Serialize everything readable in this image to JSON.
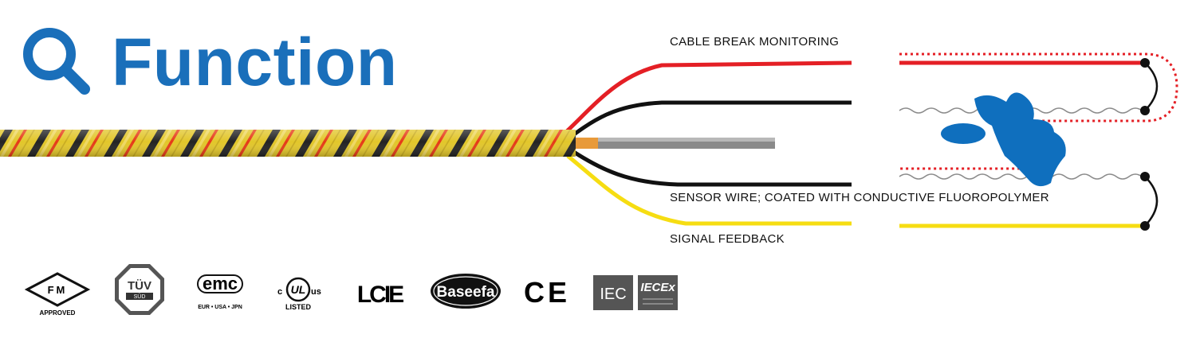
{
  "title": {
    "text": "Function",
    "icon": "magnifier-icon"
  },
  "colors": {
    "brand_blue": "#1a6fba",
    "cable_yellow": "#e0c81c",
    "wire_red": "#e41f25",
    "wire_black": "#111111",
    "wire_yellow": "#f6dd12",
    "liquid_blue": "#0f6fbe"
  },
  "labels": {
    "cable_break": "CABLE BREAK MONITORING",
    "sensor_wire": "SENSOR WIRE; COATED WITH CONDUCTIVE FLUOROPOLYMER",
    "signal_feedback": "SIGNAL FEEDBACK"
  },
  "certifications": {
    "fm": {
      "mark": "FM",
      "caption": "APPROVED"
    },
    "tuv": {
      "mark": "TÜV",
      "sub": "SÜD"
    },
    "emc": {
      "mark": "emc",
      "caption": "EUR • USA • JPN"
    },
    "ul": {
      "c": "c",
      "mark": "UL",
      "us": "us",
      "caption": "LISTED"
    },
    "lcie": {
      "mark": "LCIE"
    },
    "baseefa": {
      "mark": "Baseefa"
    },
    "ce": {
      "mark": "CE"
    },
    "iec": {
      "mark": "IEC"
    },
    "iecex": {
      "mark": "IECEx"
    }
  }
}
